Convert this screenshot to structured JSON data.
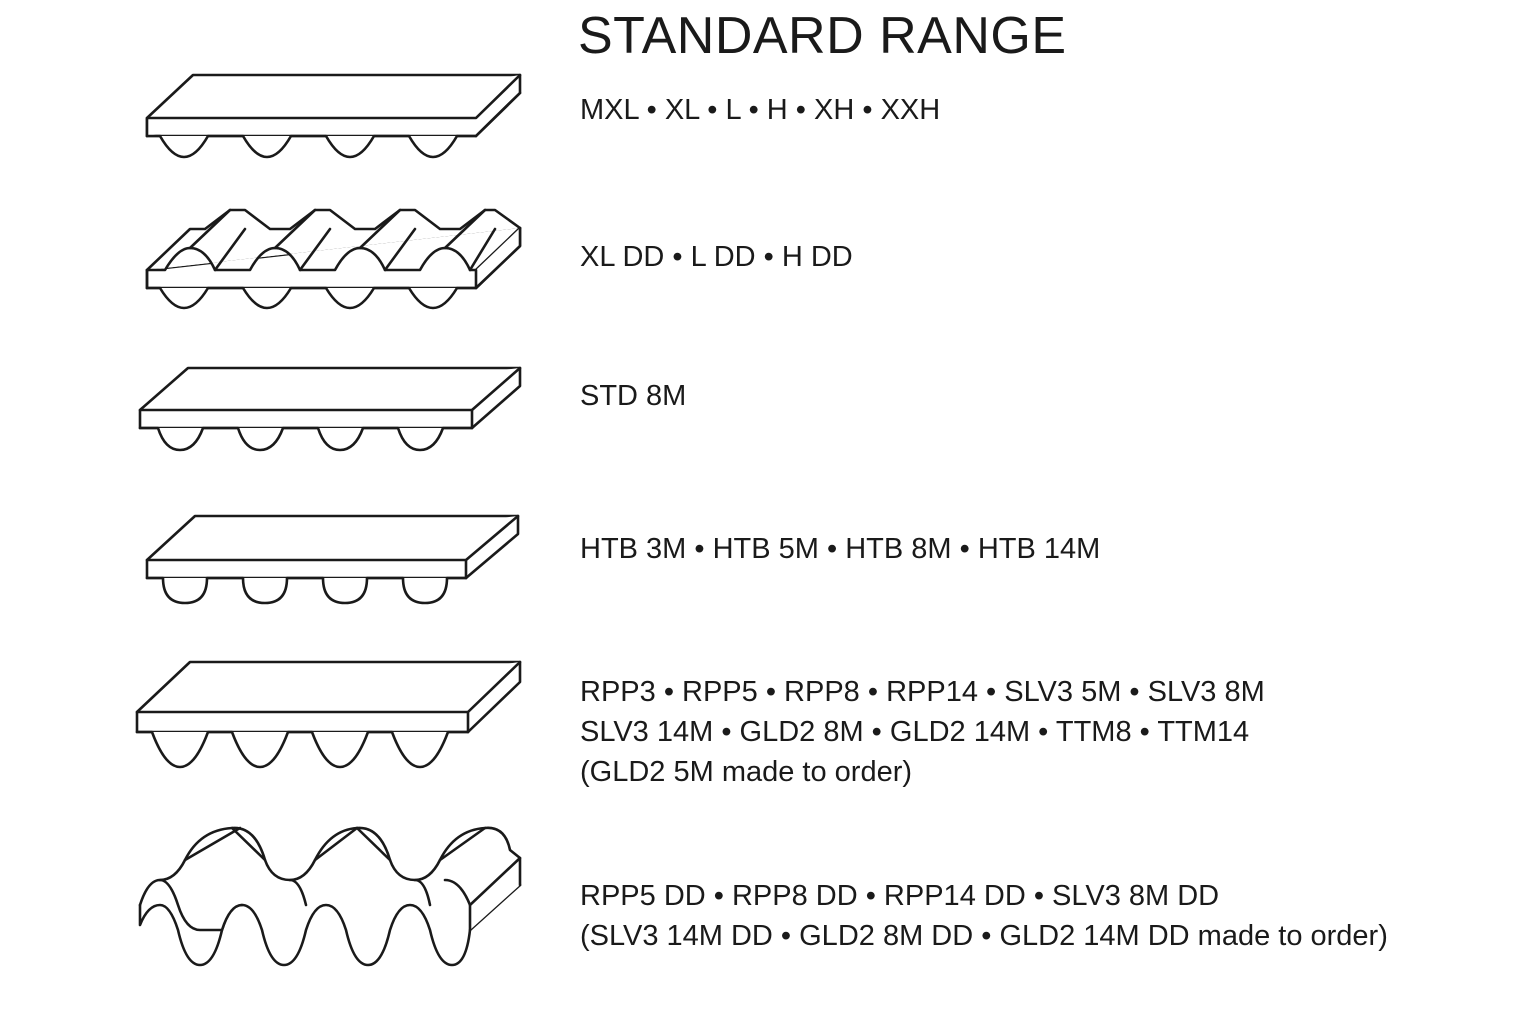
{
  "header": {
    "title": "STANDARD RANGE"
  },
  "rows": [
    {
      "profile": "single-sided-trapezoidal-belt-icon",
      "lines": [
        "MXL • XL • L • H • XH • XXH"
      ]
    },
    {
      "profile": "double-sided-trapezoidal-belt-icon",
      "lines": [
        "XL DD • L DD • H DD"
      ]
    },
    {
      "profile": "single-sided-std-belt-icon",
      "lines": [
        "STD 8M"
      ]
    },
    {
      "profile": "single-sided-htd-belt-icon",
      "lines": [
        "HTB 3M • HTB 5M • HTB 8M • HTB 14M"
      ]
    },
    {
      "profile": "single-sided-rpp-belt-icon",
      "lines": [
        "RPP3 • RPP5 • RPP8 • RPP14 • SLV3 5M • SLV3 8M",
        "SLV3 14M • GLD2 8M • GLD2 14M • TTM8 • TTM14",
        "(GLD2 5M made to order)"
      ]
    },
    {
      "profile": "double-sided-rpp-belt-icon",
      "lines": [
        "RPP5 DD • RPP8 DD • RPP14 DD • SLV3 8M DD",
        "(SLV3 14M DD • GLD2 8M DD • GLD2 14M DD made to order)"
      ]
    }
  ]
}
